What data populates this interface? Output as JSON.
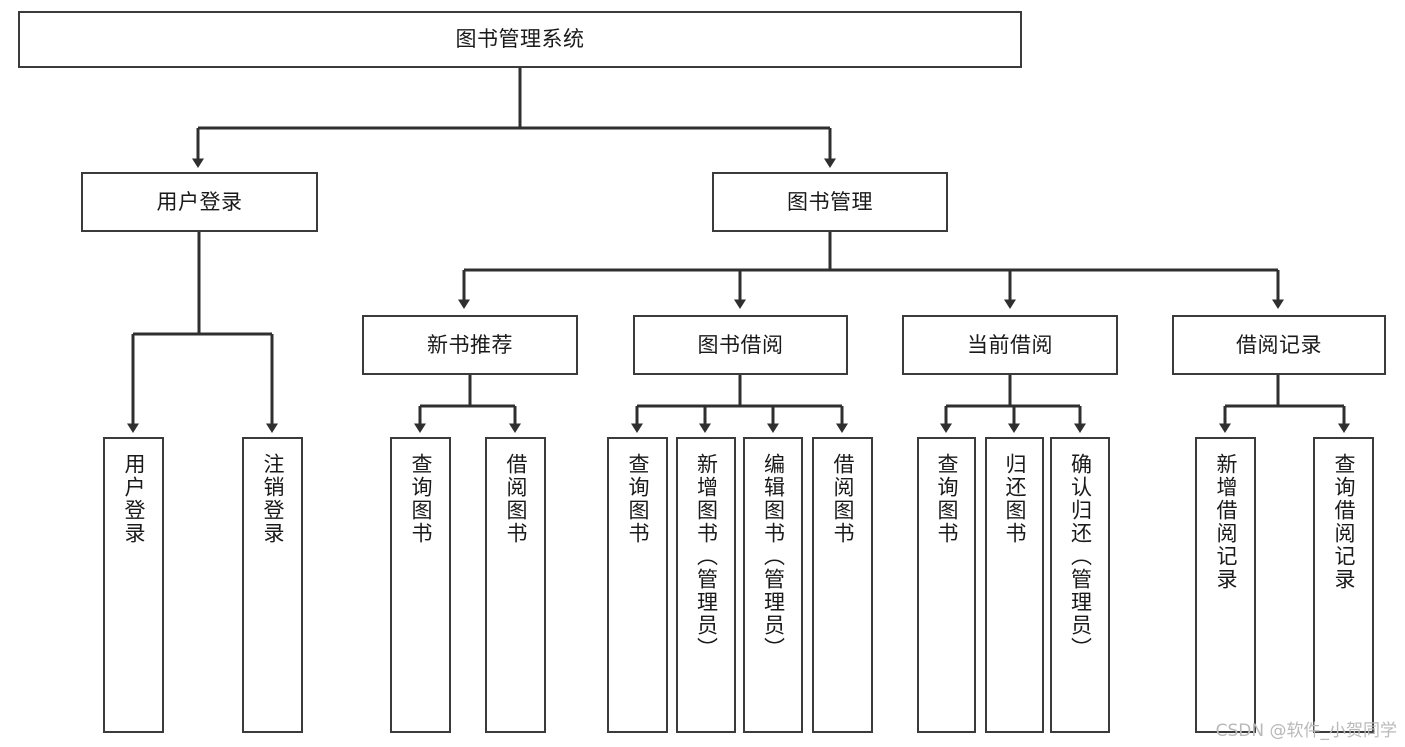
{
  "diagram": {
    "type": "tree",
    "title": "图书管理系统",
    "watermark": "CSDN @软件_小贺同学",
    "colors": {
      "box_border": "#3b3b3b",
      "box_fill": "#ffffff",
      "connector": "#2f2f2f",
      "text": "#1a1a1a",
      "watermark": "#b9b9b9",
      "background": "#ffffff"
    },
    "nodes": {
      "root": {
        "label": "图书管理系统"
      },
      "level1": [
        {
          "label": "用户登录"
        },
        {
          "label": "图书管理"
        }
      ],
      "level2": [
        {
          "label": "新书推荐"
        },
        {
          "label": "图书借阅"
        },
        {
          "label": "当前借阅"
        },
        {
          "label": "借阅记录"
        }
      ],
      "leaves_user_login": [
        {
          "label": "用户登录"
        },
        {
          "label": "注销登录"
        }
      ],
      "leaves_new_book": [
        {
          "label": "查询图书"
        },
        {
          "label": "借阅图书"
        }
      ],
      "leaves_borrow": [
        {
          "label": "查询图书"
        },
        {
          "label": "新增图书（管理员）"
        },
        {
          "label": "编辑图书（管理员）"
        },
        {
          "label": "借阅图书"
        }
      ],
      "leaves_current": [
        {
          "label": "查询图书"
        },
        {
          "label": "归还图书"
        },
        {
          "label": "确认归还（管理员）"
        }
      ],
      "leaves_record": [
        {
          "label": "新增借阅记录"
        },
        {
          "label": "查询借阅记录"
        }
      ]
    }
  }
}
